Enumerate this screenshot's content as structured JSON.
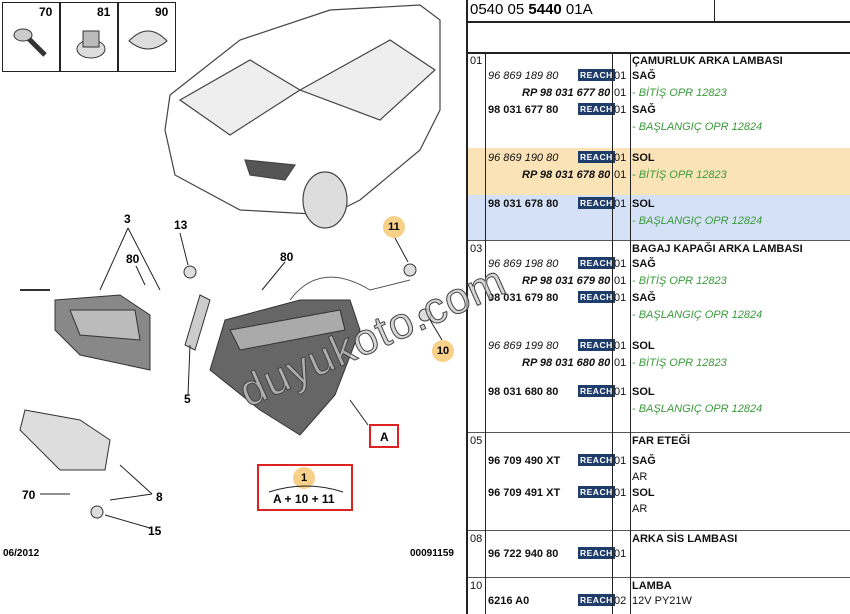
{
  "header": {
    "code_prefix": "0540 05 ",
    "code_bold": "5440",
    "code_suffix": " 01A"
  },
  "diagram": {
    "fasteners": [
      "70",
      "81",
      "90"
    ],
    "callouts": [
      "3",
      "13",
      "80",
      "11",
      "80",
      "10",
      "5",
      "8",
      "70",
      "15"
    ],
    "box_a": "A",
    "box_1_num": "1",
    "box_1_formula": "A + 10 + 11",
    "date": "06/2012",
    "ref": "00091159",
    "watermark": "duyukoto.com"
  },
  "reach_label": "REACH",
  "groups": [
    {
      "index": "01",
      "title": "ÇAMURLUK ARKA LAMBASI",
      "lines": [
        {
          "part": "96 869 189 80",
          "style": "italic",
          "reach": true,
          "qty": "01",
          "desc": "SAĞ",
          "desc_style": "bold"
        },
        {
          "part": "RP 98 031 677 80",
          "style": "rp",
          "reach": false,
          "qty": "01",
          "desc": "- BİTİŞ OPR 12823",
          "desc_style": "green"
        },
        {
          "part": "98 031 677 80",
          "style": "bold",
          "reach": true,
          "qty": "01",
          "desc": "SAĞ",
          "desc_style": "bold"
        },
        {
          "part": "",
          "style": "",
          "reach": false,
          "qty": "",
          "desc": "- BAŞLANGIÇ OPR 12824",
          "desc_style": "green"
        },
        {
          "part": "96 869 190 80",
          "style": "italic",
          "reach": true,
          "qty": "01",
          "desc": "SOL",
          "desc_style": "bold"
        },
        {
          "part": "RP 98 031 678 80",
          "style": "rp",
          "reach": false,
          "qty": "01",
          "desc": "- BİTİŞ OPR 12823",
          "desc_style": "green"
        },
        {
          "part": "98 031 678 80",
          "style": "bold",
          "reach": true,
          "qty": "01",
          "desc": "SOL",
          "desc_style": "bold"
        },
        {
          "part": "",
          "style": "",
          "reach": false,
          "qty": "",
          "desc": "- BAŞLANGIÇ OPR 12824",
          "desc_style": "green"
        }
      ]
    },
    {
      "index": "03",
      "title": "BAGAJ KAPAĞI ARKA LAMBASI",
      "lines": [
        {
          "part": "96 869 198 80",
          "style": "italic",
          "reach": true,
          "qty": "01",
          "desc": "SAĞ",
          "desc_style": "bold"
        },
        {
          "part": "RP 98 031 679 80",
          "style": "rp",
          "reach": false,
          "qty": "01",
          "desc": "- BİTİŞ OPR 12823",
          "desc_style": "green"
        },
        {
          "part": "98 031 679 80",
          "style": "bold",
          "reach": true,
          "qty": "01",
          "desc": "SAĞ",
          "desc_style": "bold"
        },
        {
          "part": "",
          "style": "",
          "reach": false,
          "qty": "",
          "desc": "- BAŞLANGIÇ OPR 12824",
          "desc_style": "green"
        },
        {
          "part": "96 869 199 80",
          "style": "italic",
          "reach": true,
          "qty": "01",
          "desc": "SOL",
          "desc_style": "bold"
        },
        {
          "part": "RP 98 031 680 80",
          "style": "rp",
          "reach": false,
          "qty": "01",
          "desc": "- BİTİŞ OPR 12823",
          "desc_style": "green"
        },
        {
          "part": "98 031 680 80",
          "style": "bold",
          "reach": true,
          "qty": "01",
          "desc": "SOL",
          "desc_style": "bold"
        },
        {
          "part": "",
          "style": "",
          "reach": false,
          "qty": "",
          "desc": "- BAŞLANGIÇ OPR 12824",
          "desc_style": "green"
        }
      ]
    },
    {
      "index": "05",
      "title": "FAR ETEĞİ",
      "lines": [
        {
          "part": "96 709 490 XT",
          "style": "bold",
          "reach": true,
          "qty": "01",
          "desc": "SAĞ",
          "desc_style": "bold"
        },
        {
          "part": "",
          "style": "",
          "reach": false,
          "qty": "",
          "desc": "AR",
          "desc_style": "plain"
        },
        {
          "part": "96 709 491 XT",
          "style": "bold",
          "reach": true,
          "qty": "01",
          "desc": "SOL",
          "desc_style": "bold"
        },
        {
          "part": "",
          "style": "",
          "reach": false,
          "qty": "",
          "desc": "AR",
          "desc_style": "plain"
        }
      ]
    },
    {
      "index": "08",
      "title": "ARKA SİS LAMBASI",
      "lines": [
        {
          "part": "96 722 940 80",
          "style": "bold",
          "reach": true,
          "qty": "01",
          "desc": "",
          "desc_style": "plain"
        }
      ]
    },
    {
      "index": "10",
      "title": "LAMBA",
      "lines": [
        {
          "part": "6216 A0",
          "style": "bold",
          "reach": true,
          "qty": "02",
          "desc": "12V PY21W",
          "desc_style": "plain"
        }
      ]
    }
  ],
  "colors": {
    "highlight_yellow": "#fbe3b8",
    "highlight_blue": "#d4e1f7",
    "reach_bg": "#1f3d6b",
    "green": "#3a9a3a",
    "callout_bubble": "#f7d08a",
    "red_box": "#dd2222"
  }
}
